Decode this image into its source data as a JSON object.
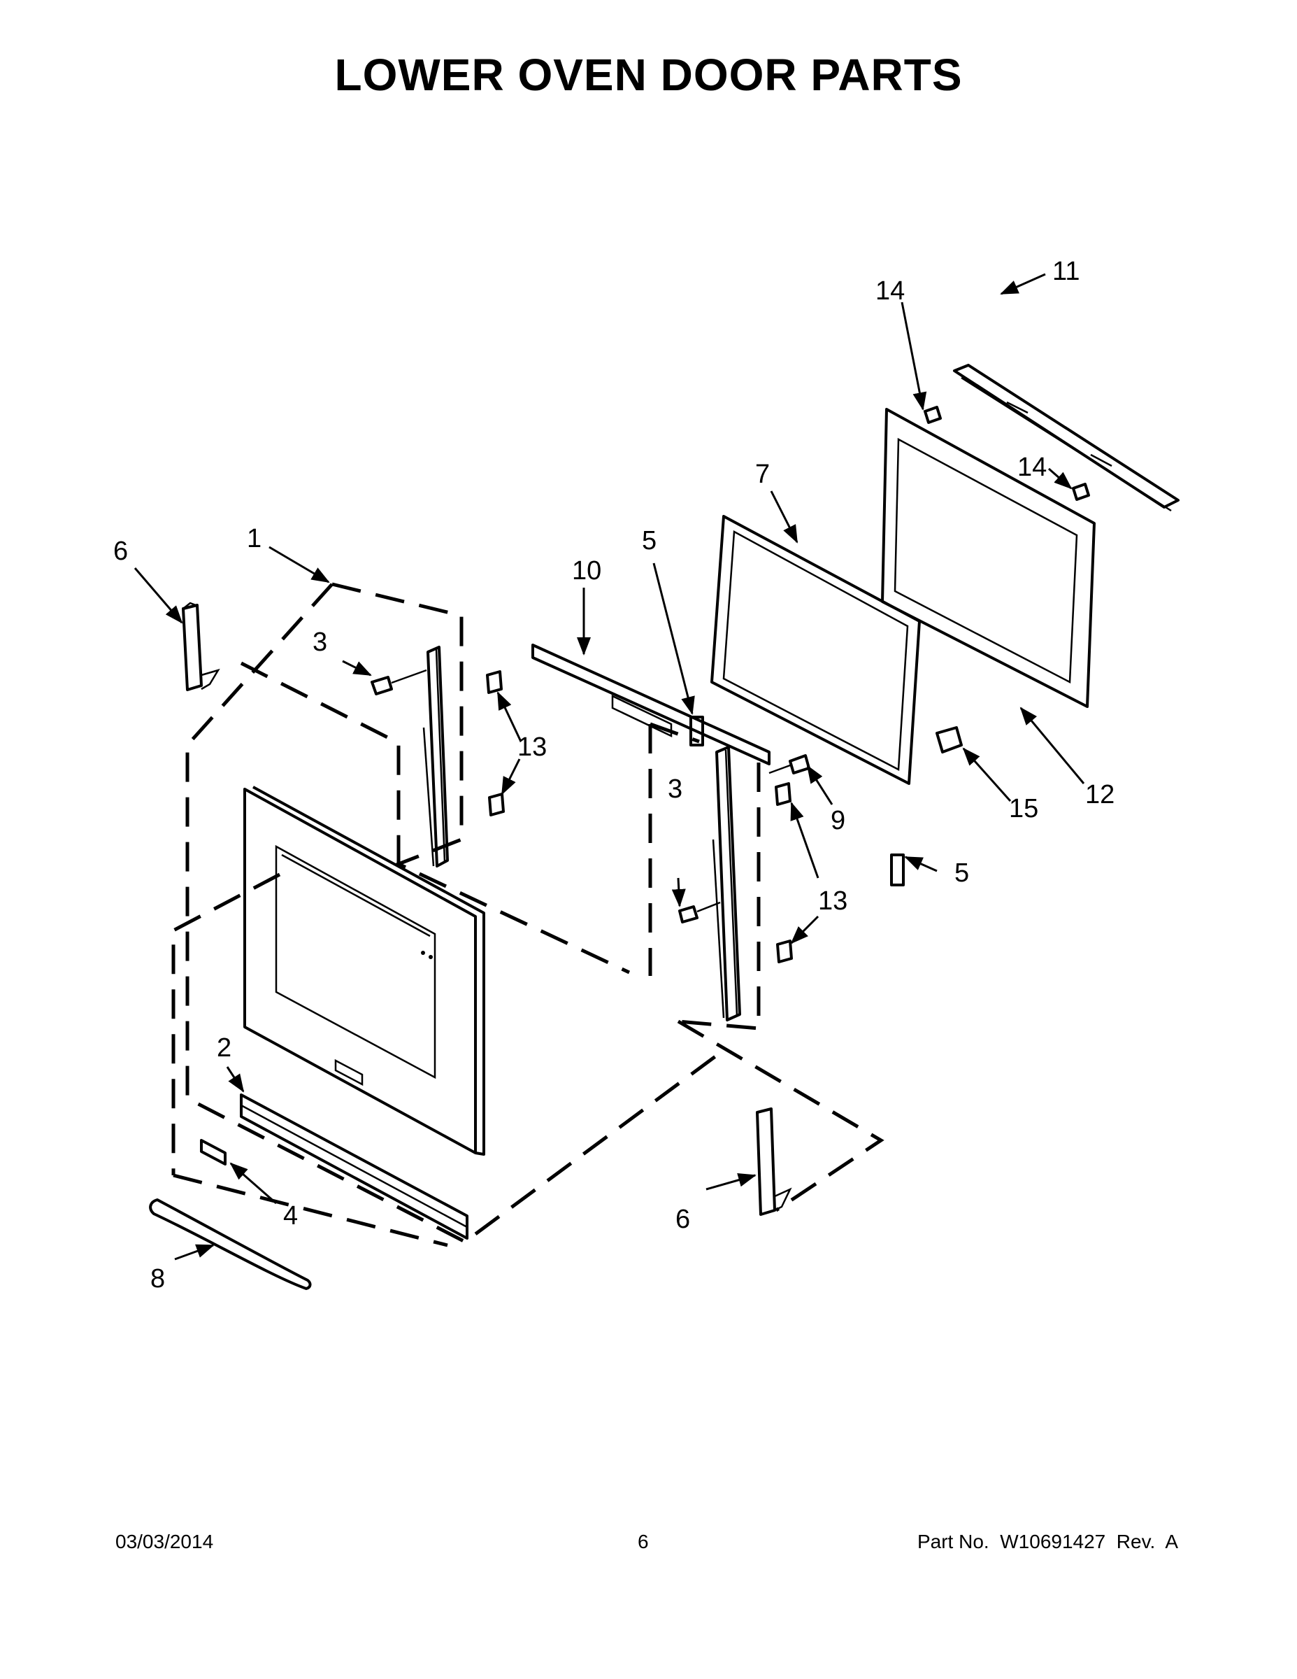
{
  "title": "LOWER OVEN DOOR PARTS",
  "callouts": [
    {
      "id": "c1",
      "text": "1"
    },
    {
      "id": "c2",
      "text": "2"
    },
    {
      "id": "c3a",
      "text": "3"
    },
    {
      "id": "c3b",
      "text": "3"
    },
    {
      "id": "c4",
      "text": "4"
    },
    {
      "id": "c5a",
      "text": "5"
    },
    {
      "id": "c5b",
      "text": "5"
    },
    {
      "id": "c6a",
      "text": "6"
    },
    {
      "id": "c6b",
      "text": "6"
    },
    {
      "id": "c7",
      "text": "7"
    },
    {
      "id": "c8",
      "text": "8"
    },
    {
      "id": "c9",
      "text": "9"
    },
    {
      "id": "c10",
      "text": "10"
    },
    {
      "id": "c11",
      "text": "11"
    },
    {
      "id": "c12",
      "text": "12"
    },
    {
      "id": "c13a",
      "text": "13"
    },
    {
      "id": "c13b",
      "text": "13"
    },
    {
      "id": "c14a",
      "text": "14"
    },
    {
      "id": "c14b",
      "text": "14"
    },
    {
      "id": "c15",
      "text": "15"
    }
  ],
  "footer": {
    "date": "03/03/2014",
    "page": "6",
    "part_number": "Part No.  W10691427  Rev.  A"
  }
}
